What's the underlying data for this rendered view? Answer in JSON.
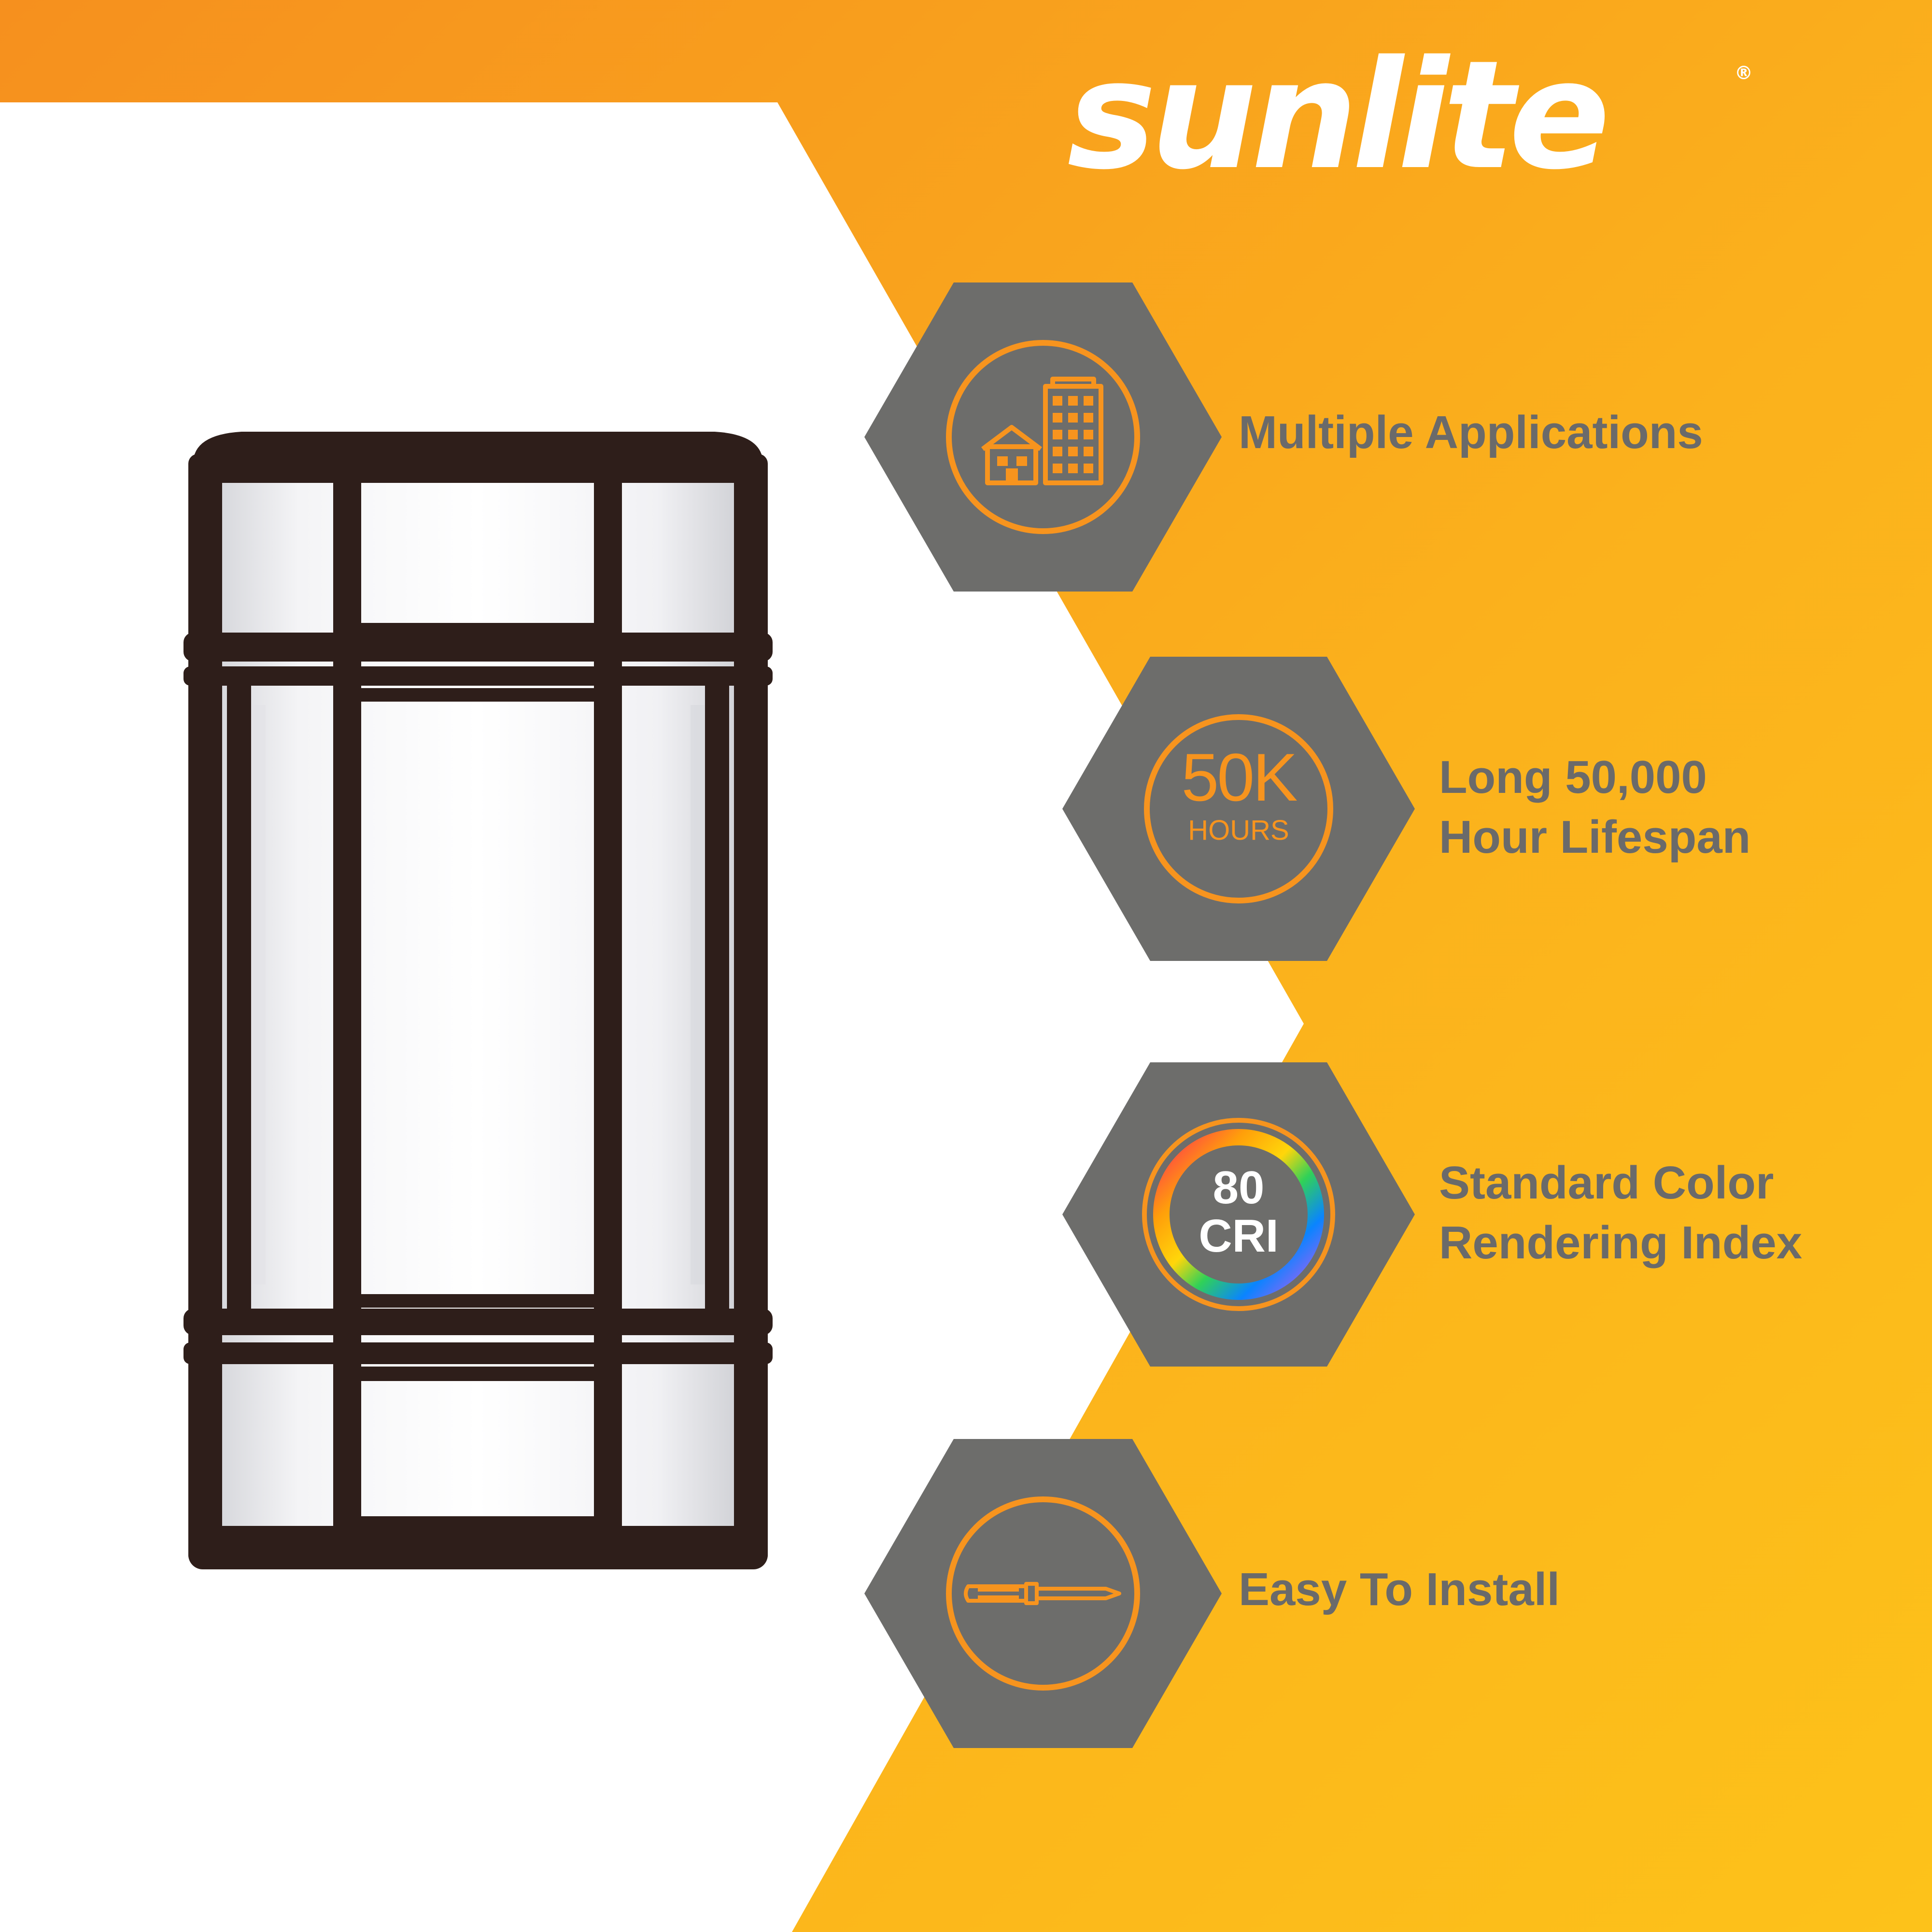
{
  "brand": {
    "name": "sunlite",
    "registered": "®"
  },
  "colors": {
    "orange": "#f6951f",
    "yellow": "#fcb81b",
    "hexagon": "#6d6d6b",
    "icon_orange": "#f7941e",
    "text_gray": "#6a6a6a",
    "fixture": "#2e1e1a"
  },
  "features": [
    {
      "icon": "buildings-icon",
      "text": "Multiple Applications"
    },
    {
      "icon": "lifespan-50k-badge",
      "badge_main": "50K",
      "badge_sub": "HOURS",
      "line1": "Long 50,000",
      "line2": "Hour Lifespan"
    },
    {
      "icon": "color-wheel-cri-badge",
      "badge_main": "80",
      "badge_sub": "CRI",
      "line1": "Standard Color",
      "line2": "Rendering Index"
    },
    {
      "icon": "screwdriver-icon",
      "text": "Easy To Install"
    }
  ]
}
